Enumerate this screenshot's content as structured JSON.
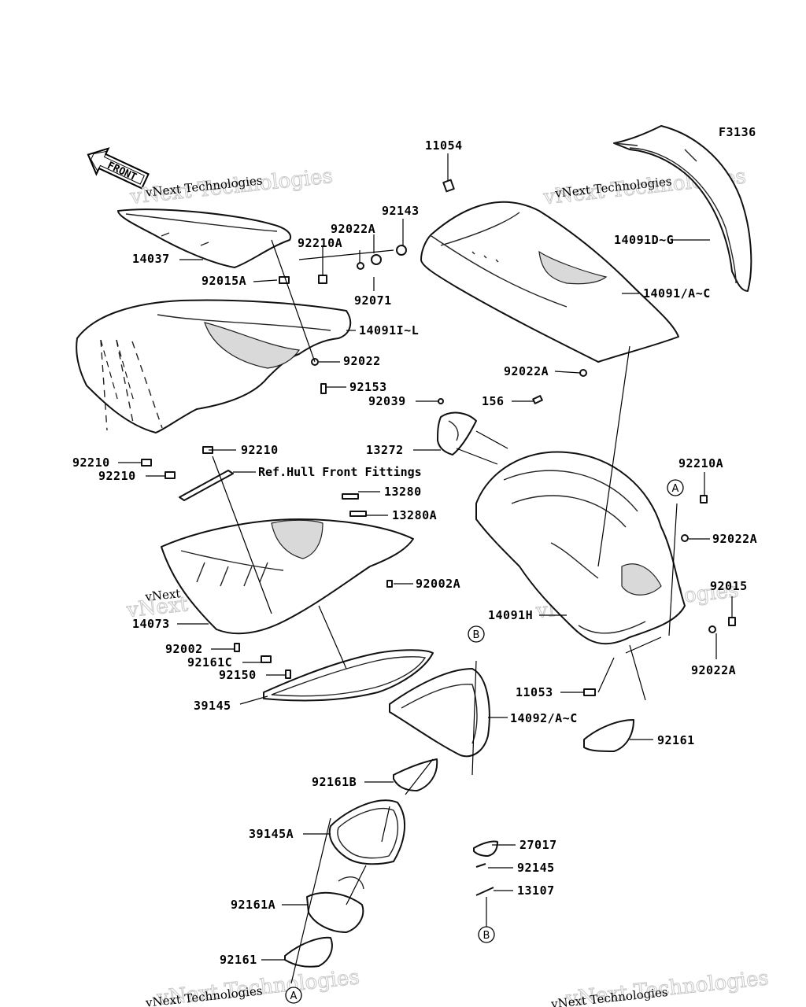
{
  "figure_code": "F3136",
  "front_arrow": {
    "text": "FRONT"
  },
  "watermark": {
    "line1": "vNext Technologies",
    "line2": "vNext Technologies"
  },
  "reference_note": "Ref.Hull Front Fittings",
  "callouts": {
    "A": "A",
    "B": "B"
  },
  "labels": {
    "p11054": "11054",
    "p92143": "92143",
    "p92022A_top": "92022A",
    "p92210A_top": "92210A",
    "p14037": "14037",
    "p92015A": "92015A",
    "p92071": "92071",
    "p14091D_G": "14091D~G",
    "p14091A_C": "14091/A~C",
    "p14091I_L": "14091I~L",
    "p92022": "92022",
    "p92153": "92153",
    "p92022A_mid": "92022A",
    "p156": "156",
    "p92039": "92039",
    "p13272": "13272",
    "p92210_a": "92210",
    "p92210_b": "92210",
    "p92210_c": "92210",
    "p92210A_right": "92210A",
    "p13280": "13280",
    "p13280A": "13280A",
    "p92022A_right": "92022A",
    "p92002A": "92002A",
    "p14073": "14073",
    "p14091H": "14091H",
    "p92015": "92015",
    "p92002": "92002",
    "p92161C": "92161C",
    "p92150": "92150",
    "p92022A_low": "92022A",
    "p39145": "39145",
    "p11053": "11053",
    "p14092A_C": "14092/A~C",
    "p92161_right": "92161",
    "p92161B": "92161B",
    "p39145A": "39145A",
    "p27017": "27017",
    "p92145": "92145",
    "p13107": "13107",
    "p92161A": "92161A",
    "p92161_bottom": "92161"
  }
}
